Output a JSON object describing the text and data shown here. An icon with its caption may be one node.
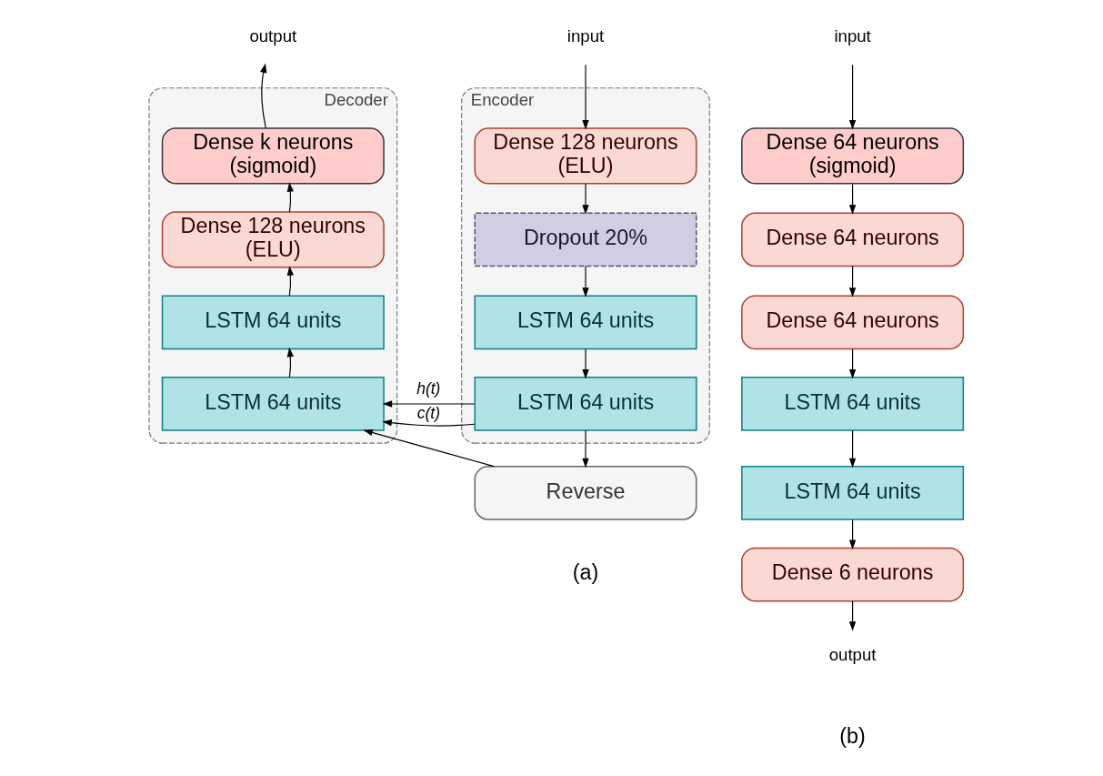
{
  "diagram": {
    "nodes": [
      {
        "text": [
          "Encoder"
        ]
      },
      {
        "text": [
          "Dense 128 neurons (ELU)"
        ],
        "in": 0
      },
      {
        "text": [
          "Dropout 20%"
        ],
        "in": 0
      },
      {
        "text": [
          "LSTM 64 units"
        ],
        "in": 0
      },
      {
        "text": [
          "LSTM 64 units"
        ],
        "in": 0
      },
      {
        "text": [
          "Decoder"
        ]
      },
      {
        "text": [
          "Dense k neurons (sigmoid)"
        ],
        "in": 5
      },
      {
        "text": [
          "Dense 128 neurons (ELU)"
        ],
        "in": 5
      },
      {
        "text": [
          "LSTM 64 units"
        ],
        "in": 5
      },
      {
        "text": [
          "LSTM 64 units"
        ],
        "in": 5
      },
      {
        "text": [
          "Reverse"
        ]
      },
      {
        "text": [
          "input"
        ]
      },
      {
        "text": [
          "output"
        ]
      },
      {
        "text": [
          "input"
        ]
      },
      {
        "text": [
          "Dense 64 neurons (sigmoid)"
        ]
      },
      {
        "text": [
          "Dense 64 neurons"
        ]
      },
      {
        "text": [
          "Dense 64 neurons"
        ]
      },
      {
        "text": [
          "LSTM 64 units"
        ]
      },
      {
        "text": [
          "LSTM 64 units"
        ]
      },
      {
        "text": [
          "Dense 6 neurons"
        ]
      },
      {
        "text": [
          "output"
        ]
      }
    ],
    "edges": [
      {
        "from": 11,
        "to": 1,
        "arrow": "to"
      },
      {
        "from": 1,
        "to": 2,
        "arrow": "to"
      },
      {
        "from": 2,
        "to": 3,
        "arrow": "to"
      },
      {
        "from": 3,
        "to": 4,
        "arrow": "to"
      },
      {
        "from": 4,
        "to": 10,
        "arrow": "to"
      },
      {
        "from": 4,
        "to": 9,
        "arrow": "to",
        "label": "h(t)"
      },
      {
        "from": 4,
        "to": 9,
        "arrow": "to",
        "label": "c(t)"
      },
      {
        "from": 10,
        "to": 9,
        "arrow": "to"
      },
      {
        "from": 9,
        "to": 8,
        "arrow": "to"
      },
      {
        "from": 8,
        "to": 7,
        "arrow": "to"
      },
      {
        "from": 7,
        "to": 6,
        "arrow": "to"
      },
      {
        "from": 6,
        "to": 12,
        "arrow": "to"
      },
      {
        "from": 13,
        "to": 14,
        "arrow": "to"
      },
      {
        "from": 14,
        "to": 15,
        "arrow": "to"
      },
      {
        "from": 15,
        "to": 16,
        "arrow": "to"
      },
      {
        "from": 16,
        "to": 17,
        "arrow": "to"
      },
      {
        "from": 17,
        "to": 18,
        "arrow": "to"
      },
      {
        "from": 18,
        "to": 19,
        "arrow": "to"
      },
      {
        "from": 19,
        "to": 20,
        "arrow": "to"
      }
    ],
    "labels": [
      "(a)",
      "(b)"
    ]
  }
}
